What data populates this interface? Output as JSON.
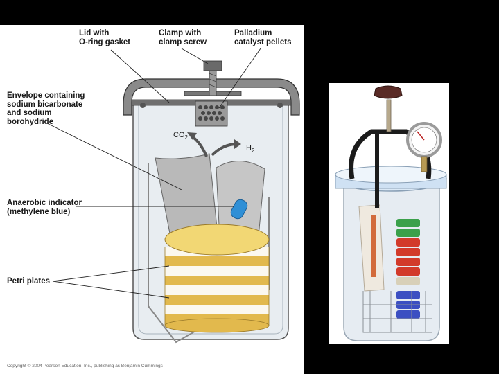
{
  "diagram": {
    "labels": {
      "lid": [
        "Lid with",
        "O-ring gasket"
      ],
      "clamp": [
        "Clamp with",
        "clamp screw"
      ],
      "palladium": [
        "Palladium",
        "catalyst pellets"
      ],
      "envelope": [
        "Envelope containing",
        "sodium bicarbonate",
        "and sodium",
        "borohydride"
      ],
      "indicator": [
        "Anaerobic indicator",
        "(methylene blue)"
      ],
      "petri": "Petri plates"
    },
    "gases": {
      "co2": {
        "base": "CO",
        "sub": "2"
      },
      "h2": {
        "base": "H",
        "sub": "2"
      }
    },
    "copyright": "Copyright © 2004 Pearson Education, Inc., publishing as Benjamin Cummings",
    "colors": {
      "plate_top": "#f2d774",
      "plate_band": "#e2b94d",
      "envelope": "#b9b9b9",
      "indicator": "#2f8fd6",
      "jar_lid": "#8a8a8a"
    }
  },
  "photo": {
    "subject": "anaerobic jar with pressure gauge",
    "colors": {
      "plate_red": "#d23a2a",
      "plate_green": "#3aa04a",
      "plate_blue": "#3b4fc2"
    }
  }
}
